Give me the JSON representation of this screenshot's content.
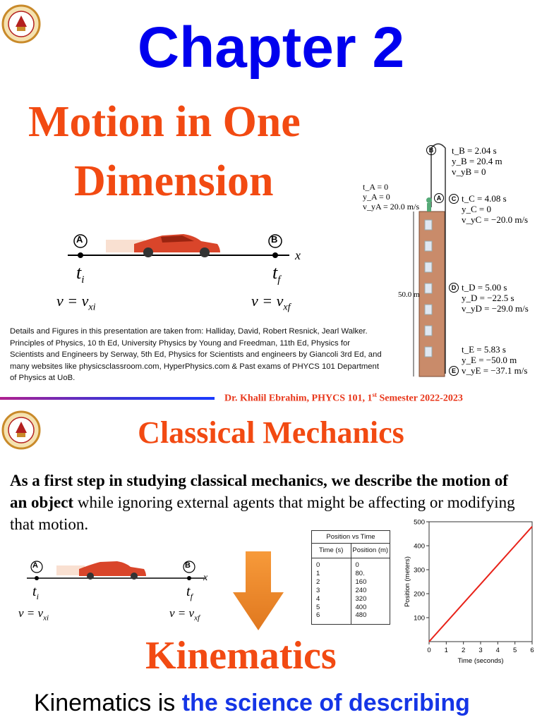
{
  "header": {
    "chapter": "Chapter 2",
    "title_line1": "Motion in One",
    "title_line2": "Dimension"
  },
  "car_figure_top": {
    "point_a": "A",
    "point_b": "B",
    "axis": "x",
    "t_i": "t",
    "t_i_sub": "i",
    "t_f": "t",
    "t_f_sub": "f",
    "v_i_left": "v = v",
    "v_i_sub": "xi",
    "v_f_left": "v = v",
    "v_f_sub": "xf"
  },
  "tower_figure": {
    "height_label": "50.0 m",
    "A": {
      "label": "A",
      "lines": [
        "t_A = 0",
        "y_A = 0",
        "v_yA = 20.0 m/s"
      ]
    },
    "B": {
      "label": "B",
      "lines": [
        "t_B = 2.04 s",
        "y_B = 20.4 m",
        "v_yB = 0"
      ]
    },
    "C": {
      "label": "C",
      "lines": [
        "t_C = 4.08 s",
        "y_C = 0",
        "v_yC = −20.0 m/s"
      ]
    },
    "D": {
      "label": "D",
      "lines": [
        "t_D = 5.00 s",
        "y_D = −22.5 s",
        "v_yD = −29.0 m/s"
      ]
    },
    "E": {
      "label": "E",
      "lines": [
        "t_E = 5.83 s",
        "y_E = −50.0 m",
        "v_yE = −37.1 m/s"
      ]
    }
  },
  "credits": "Details and Figures in this presentation are taken from: Halliday, David, Robert Resnick, Jearl Walker. Principles of Physics, 10 th Ed, University Physics by Young and Freedman, 11th Ed, Physics for Scientists and Engineers by Serway, 5th Ed, Physics for Scientists and engineers by Giancoli 3rd Ed, and many websites like physicsclassroom.com, HyperPhysics.com & Past exams of PHYCS 101 Department of Physics at UoB.",
  "footer": {
    "pre": "Dr. Khalil Ebrahim, PHYCS 101, 1",
    "sup": "st",
    "post": " Semester 2022-2023"
  },
  "slide2": {
    "title": "Classical Mechanics",
    "para_bold1": "As a first step in studying classical mechanics, we describe the motion of an object",
    "para_rest": " while ignoring external agents that might be affecting or modifying that motion.",
    "kinematics": "Kinematics",
    "kin_line_pre": "Kinematics is ",
    "kin_line_blue": "the science of describing"
  },
  "table": {
    "title": "Position vs Time",
    "col1": "Time (s)",
    "col2": "Position (m)",
    "times": [
      "0",
      "1",
      "2",
      "3",
      "4",
      "5",
      "6"
    ],
    "positions": [
      "0",
      "80.",
      "160",
      "240",
      "320",
      "400",
      "480"
    ]
  },
  "chart_data": {
    "type": "line",
    "x": [
      0,
      1,
      2,
      3,
      4,
      5,
      6
    ],
    "y": [
      0,
      80,
      160,
      240,
      320,
      400,
      480
    ],
    "xlabel": "Time (seconds)",
    "ylabel": "Position (meters)",
    "xlim": [
      0,
      6
    ],
    "ylim": [
      0,
      500
    ],
    "xticks": [
      "0",
      "1",
      "2",
      "3",
      "4",
      "5",
      "6"
    ],
    "yticks": [
      "100",
      "200",
      "300",
      "400",
      "500"
    ],
    "line_color": "#e8231a"
  },
  "colors": {
    "chapter": "#0000ee",
    "title": "#f24a12",
    "blue_text": "#1535e6"
  }
}
